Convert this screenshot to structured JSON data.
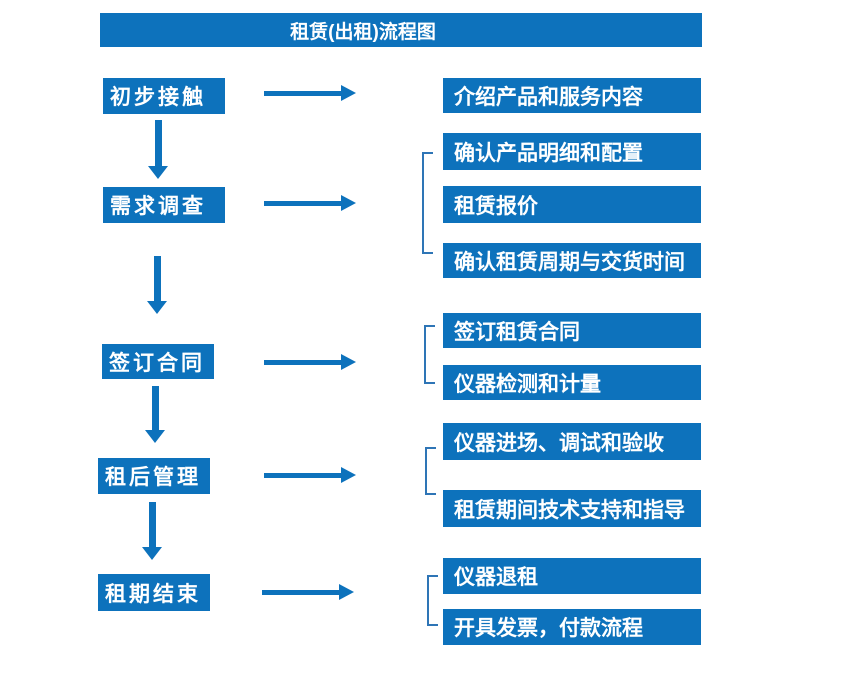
{
  "title": "租赁(出租)流程图",
  "colors": {
    "accent": "#0D72BC",
    "bracket": "#2E75B6",
    "text": "#FFFFFF",
    "background": "#FFFFFF"
  },
  "steps": [
    {
      "label": "初步接触",
      "details": [
        "介绍产品和服务内容"
      ]
    },
    {
      "label": "需求调查",
      "details": [
        "确认产品明细和配置",
        "租赁报价",
        "确认租赁周期与交货时间"
      ]
    },
    {
      "label": "签订合同",
      "details": [
        "签订租赁合同",
        "仪器检测和计量"
      ]
    },
    {
      "label": "租后管理",
      "details": [
        "仪器进场、调试和验收",
        "租赁期间技术支持和指导"
      ]
    },
    {
      "label": "租期结束",
      "details": [
        "仪器退租",
        "开具发票，付款流程"
      ]
    }
  ]
}
